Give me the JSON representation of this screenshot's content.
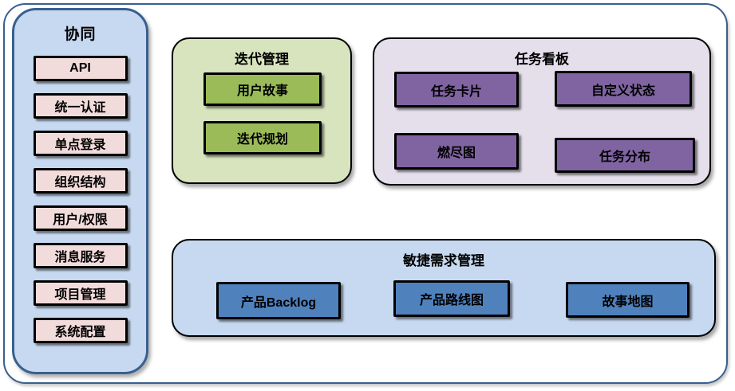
{
  "diagram": {
    "sidebar": {
      "title": "协同",
      "items": [
        "API",
        "统一认证",
        "单点登录",
        "组织结构",
        "用户/权限",
        "消息服务",
        "项目管理",
        "系统配置"
      ]
    },
    "iteration": {
      "title": "迭代管理",
      "items": [
        "用户故事",
        "迭代规划"
      ]
    },
    "taskboard": {
      "title": "任务看板",
      "items": [
        "任务卡片",
        "自定义状态",
        "燃尽图",
        "任务分布"
      ]
    },
    "agile": {
      "title": "敏捷需求管理",
      "items": [
        "产品Backlog",
        "产品路线图",
        "故事地图"
      ]
    }
  },
  "colors": {
    "frame_border": "#38608F",
    "sidebar_fill": "#C6D9F1",
    "sidebar_item_fill": "#F2DCDB",
    "iteration_fill": "#D7E4BD",
    "iteration_item_fill": "#9BBB59",
    "taskboard_fill": "#E5DFEC",
    "taskboard_item_fill": "#8064A2",
    "agile_fill": "#C6D9F1",
    "agile_item_fill": "#4F81BD",
    "item_border": "#000000",
    "text": "#000000"
  }
}
